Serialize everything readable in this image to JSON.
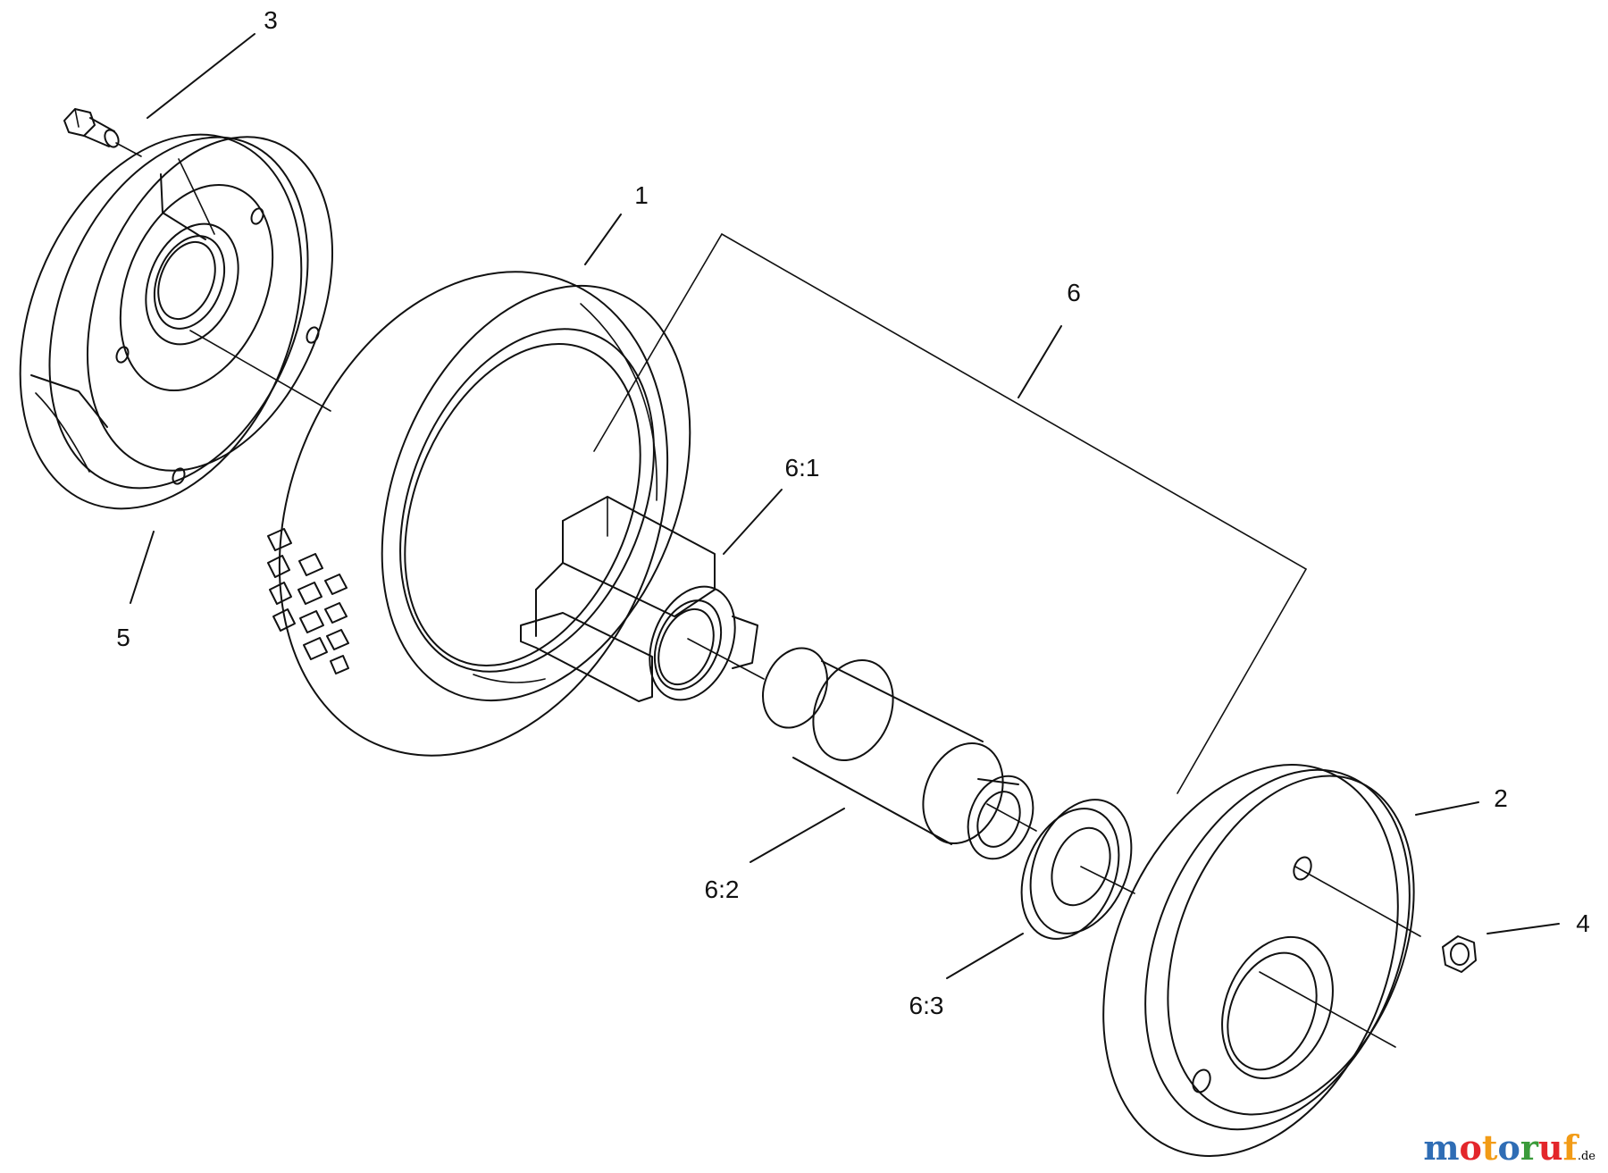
{
  "callouts": {
    "c1": "1",
    "c2": "2",
    "c3": "3",
    "c4": "4",
    "c5": "5",
    "c6": "6",
    "c6_1": "6:1",
    "c6_2": "6:2",
    "c6_3": "6:3"
  },
  "watermark": {
    "letters": [
      "m",
      "o",
      "t",
      "o",
      "r",
      "u",
      "f"
    ],
    "colors": [
      "#2f6db5",
      "#e3262b",
      "#f29b16",
      "#2f6db5",
      "#3a9b3a",
      "#e3262b",
      "#f29b16"
    ],
    "tld": ".de"
  }
}
